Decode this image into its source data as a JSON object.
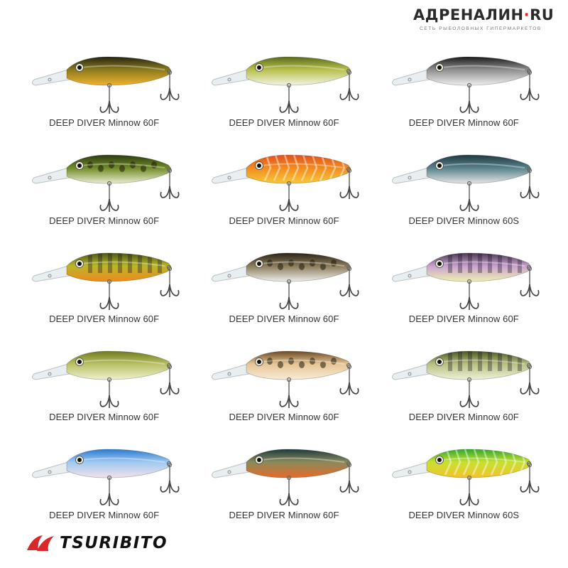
{
  "brand": {
    "name_part1": "АДРЕНАЛИН",
    "name_dot": "·",
    "name_part2": "RU",
    "tagline": "СЕТЬ РЫБОЛОВНЫХ ГИПЕРМАРКЕТОВ"
  },
  "logo": {
    "text": "TSURIBITO"
  },
  "products": [
    {
      "label": "DEEP DIVER Minnow 60F",
      "back": "#262412",
      "mid": "#8a7a1c",
      "belly": "#f0b230",
      "pattern": "none"
    },
    {
      "label": "DEEP DIVER Minnow 60F",
      "back": "#5b6a1e",
      "mid": "#b8c04a",
      "belly": "#f2f3e6",
      "pattern": "none"
    },
    {
      "label": "DEEP DIVER Minnow 60F",
      "back": "#1c1c1c",
      "mid": "#8e8e8e",
      "belly": "#eeeeee",
      "pattern": "none"
    },
    {
      "label": "DEEP DIVER Minnow 60F",
      "back": "#2e3a12",
      "mid": "#6f8a24",
      "belly": "#e9ecd4",
      "pattern": "spots"
    },
    {
      "label": "DEEP DIVER Minnow 60F",
      "back": "#e0521c",
      "mid": "#f28a1e",
      "belly": "#f7c83a",
      "pattern": "tiger"
    },
    {
      "label": "DEEP DIVER Minnow 60S",
      "back": "#1f3a40",
      "mid": "#56808a",
      "belly": "#e4e4e4",
      "pattern": "none"
    },
    {
      "label": "DEEP DIVER Minnow 60F",
      "back": "#4d5a10",
      "mid": "#b9b62a",
      "belly": "#ef8a1c",
      "pattern": "bars"
    },
    {
      "label": "DEEP DIVER Minnow 60F",
      "back": "#2b2418",
      "mid": "#8a7a5a",
      "belly": "#ededea",
      "pattern": "spots"
    },
    {
      "label": "DEEP DIVER Minnow 60F",
      "back": "#4a3a52",
      "mid": "#c9a0d0",
      "belly": "#eef0b0",
      "pattern": "bars"
    },
    {
      "label": "DEEP DIVER Minnow 60F",
      "back": "#6f7a1c",
      "mid": "#b9c064",
      "belly": "#eef0d0",
      "pattern": "none"
    },
    {
      "label": "DEEP DIVER Minnow 60F",
      "back": "#6a4a22",
      "mid": "#e7c595",
      "belly": "#f7ebd8",
      "pattern": "spots"
    },
    {
      "label": "DEEP DIVER Minnow 60F",
      "back": "#4a5a22",
      "mid": "#b8c080",
      "belly": "#eef0d8",
      "pattern": "bars"
    },
    {
      "label": "DEEP DIVER Minnow 60F",
      "back": "#2a7ad0",
      "mid": "#9ec9f0",
      "belly": "#f3e1ea",
      "pattern": "none"
    },
    {
      "label": "DEEP DIVER Minnow 60F",
      "back": "#1c3a3e",
      "mid": "#8a8a5a",
      "belly": "#e86a2a",
      "pattern": "none"
    },
    {
      "label": "DEEP DIVER Minnow 60S",
      "back": "#2ea82a",
      "mid": "#c8e030",
      "belly": "#f3c42a",
      "pattern": "tiger"
    }
  ]
}
